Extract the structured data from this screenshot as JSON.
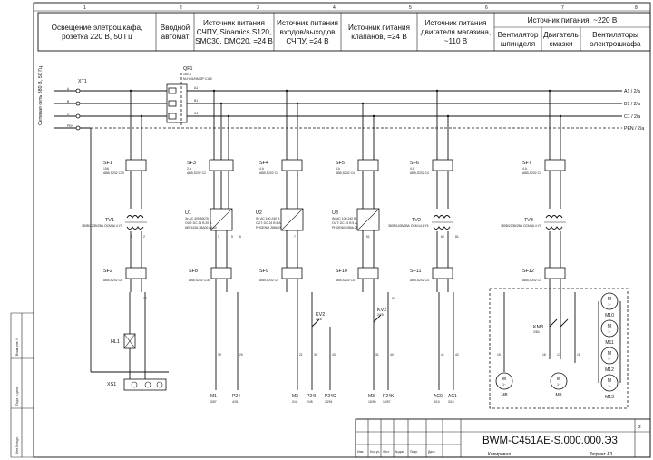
{
  "header": {
    "cells": [
      {
        "lines": [
          "Освещение элетрошкафа,",
          "розетка 220 В, 50 Гц"
        ]
      },
      {
        "lines": [
          "Вводной",
          "автомат"
        ]
      },
      {
        "lines": [
          "Источник питания",
          "СЧПУ, Sinamics S120,",
          "SMC30, DMC20, =24 В"
        ]
      },
      {
        "lines": [
          "Источник питания",
          "входов/выходов",
          "СЧПУ, =24 В"
        ]
      },
      {
        "lines": [
          "Источник питания",
          "клапанов, =24 В"
        ]
      },
      {
        "lines": [
          "Источник питания",
          "двигателя магазина,",
          "~110 В"
        ]
      }
    ],
    "group_title": "Источник питания, ~220 В",
    "sub_cells": [
      {
        "lines": [
          "Вентилятор",
          "шпинделя"
        ]
      },
      {
        "lines": [
          "Двигатель",
          "смазки"
        ]
      },
      {
        "lines": [
          "Вентиляторы",
          "электрошкафа"
        ]
      }
    ]
  },
  "columns": [
    "1",
    "2",
    "3",
    "4",
    "5",
    "6",
    "7",
    "8"
  ],
  "side_label": "Сетевая сеть 380 В, 50 Гц",
  "buses": [
    "A1 / 2/а",
    "B1 / 2/а",
    "C1 / 2/а",
    "PEN / 2/а"
  ],
  "input_terminal": "XT1",
  "input_breaker": {
    "name": "QF1",
    "rating": "160 А",
    "part": "NLHM1/NM 3P C160"
  },
  "phases": [
    "A",
    "B",
    "C",
    "PEN"
  ],
  "bus_taps": [
    "A1",
    "B1",
    "C1"
  ],
  "breakers": [
    {
      "name": "SF1",
      "rating": "10A",
      "part": "ABB,S202 C10"
    },
    {
      "name": "SF3",
      "rating": "2 A",
      "part": "ABB,S202 C2"
    },
    {
      "name": "SF4",
      "rating": "4 A",
      "part": "ABB,S202 C4"
    },
    {
      "name": "SF5",
      "rating": "4 A",
      "part": "ABB,S202 C4"
    },
    {
      "name": "SF6",
      "rating": "4 A",
      "part": "ABB,S202 C4"
    },
    {
      "name": "SF7",
      "rating": "4 A",
      "part": "ABB,S202 C4"
    }
  ],
  "transformers": [
    {
      "name": "TV1",
      "spec": "380В/220В/2ВА ОСМ Ш.4 У3"
    },
    {
      "name": "TV2",
      "spec": "380В/110В/2ВА ОСМ Ш.4 У3"
    },
    {
      "name": "TV3",
      "spec": "380В/220В/2ВА ОСМ Ш.4 У3"
    }
  ],
  "power_supplies": [
    {
      "name": "U1",
      "spec": [
        "3х АС 400-500 В",
        "OUT: DC 24 В 20 А",
        "6EP1436-3BA00-8AA0"
      ]
    },
    {
      "name": "U2",
      "spec": [
        "IN: AC 100-240 В",
        "OUT: DC 24 В 5 А",
        "PHOENIX 2866-29"
      ]
    },
    {
      "name": "U3",
      "spec": [
        "IN: AC 100-240 В",
        "OUT: DC 24 В 5 А",
        "PHOENIX 2866-29"
      ]
    }
  ],
  "breakers_lower": [
    {
      "name": "SF2",
      "part": "ABB,S202 C6"
    },
    {
      "name": "SF8",
      "part": "ABB,S202 C16"
    },
    {
      "name": "SF9",
      "part": "ABB,S202 C4"
    },
    {
      "name": "SF10",
      "part": "ABB,S202 C4"
    },
    {
      "name": "SF11",
      "part": "ABB,S202 C4"
    },
    {
      "name": "SF12",
      "part": "ABB,S202 C4"
    }
  ],
  "relays": [
    {
      "name": "KV2",
      "ref": "2/78"
    },
    {
      "name": "KV2",
      "ref": "2/78"
    },
    {
      "name": "KM3",
      "ref": "2/84"
    }
  ],
  "lamp": "HL1",
  "socket": "XS1",
  "wire_numbers": [
    "1",
    "2",
    "3",
    "5",
    "6",
    "7",
    "12",
    "15",
    "16",
    "17",
    "18",
    "19",
    "20",
    "21",
    "30",
    "31",
    "40",
    "41",
    "42",
    "43",
    "60",
    "61",
    "80",
    "81"
  ],
  "outputs": [
    {
      "name": "M1",
      "ref": "3/87"
    },
    {
      "name": "P24",
      "ref": "4/31"
    },
    {
      "name": "M2",
      "ref": "2/41"
    },
    {
      "name": "P24I",
      "ref": "2/45"
    },
    {
      "name": "P24O",
      "ref": "13/91"
    },
    {
      "name": "M3",
      "ref": "15/90"
    },
    {
      "name": "P24K",
      "ref": "15/97"
    },
    {
      "name": "AC0",
      "ref": "3/10"
    },
    {
      "name": "AC1",
      "ref": "3/10"
    }
  ],
  "motors": [
    "M8",
    "M9",
    "M10",
    "M11",
    "M12",
    "M13"
  ],
  "motor_symbol": "1~",
  "title_block": {
    "doc_number": "BWM-C451AE-S.000.000.Э3",
    "labels": [
      "Изм.",
      "Кол.уч.",
      "Лист",
      "№док.",
      "Подп.",
      "Дата"
    ],
    "copied": "Копировал",
    "format": "Формат  А3",
    "sheet_no": "2"
  },
  "left_strip": [
    "Взам. инв. N",
    "Подп. и дата",
    "Инв.N подл."
  ]
}
